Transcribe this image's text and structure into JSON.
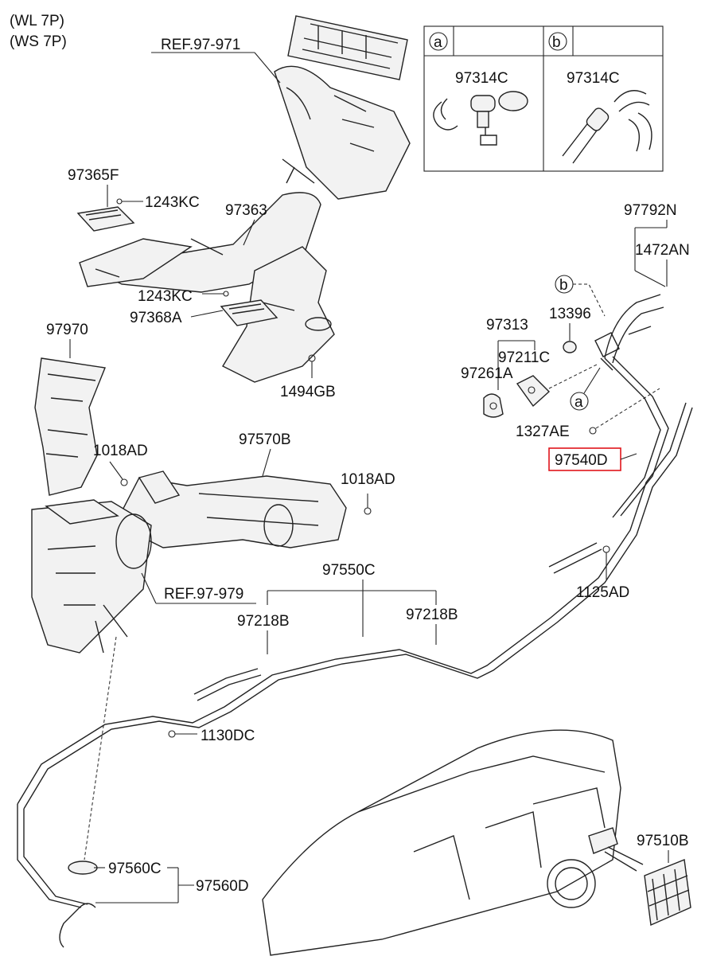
{
  "header": {
    "line1": "(WL 7P)",
    "line2": "(WS 7P)"
  },
  "detail_box": {
    "a": {
      "tag": "a",
      "part": "97314C"
    },
    "b": {
      "tag": "b",
      "part": "97314C"
    }
  },
  "labels": {
    "ref_971": "REF.97-971",
    "ref_979": "REF.97-979",
    "p97365F": "97365F",
    "p1243KC_top": "1243KC",
    "p97363": "97363",
    "p1243KC_bot": "1243KC",
    "p97368A": "97368A",
    "p1494GB": "1494GB",
    "p97970": "97970",
    "p1018AD_left": "1018AD",
    "p97570B": "97570B",
    "p1018AD_right": "1018AD",
    "p97792N": "97792N",
    "p1472AN": "1472AN",
    "p13396": "13396",
    "p97313": "97313",
    "p97211C": "97211C",
    "p97261A": "97261A",
    "p1327AE": "1327AE",
    "p97540D": "97540D",
    "p1125AD": "1125AD",
    "p97550C": "97550C",
    "p97218B_left": "97218B",
    "p97218B_right": "97218B",
    "p1130DC": "1130DC",
    "p97560C": "97560C",
    "p97560D": "97560D",
    "p97510B": "97510B",
    "callout_a": "a",
    "callout_b": "b"
  },
  "colors": {
    "highlight": "#e0141b",
    "line": "#222222"
  }
}
